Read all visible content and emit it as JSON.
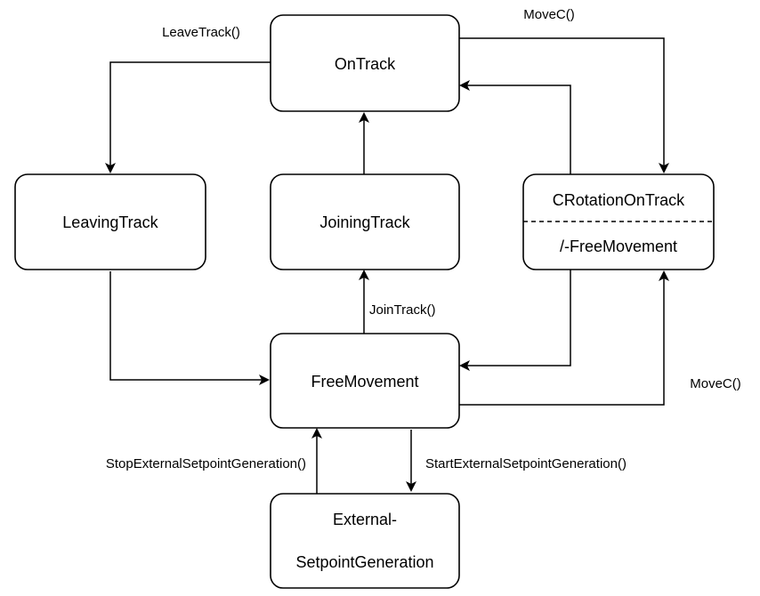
{
  "states": {
    "on_track": "OnTrack",
    "leaving_track": "LeavingTrack",
    "joining_track": "JoiningTrack",
    "c_rotation_top": "CRotationOnTrack",
    "c_rotation_bottom": "/-FreeMovement",
    "free_movement": "FreeMovement",
    "external_line1": "External-",
    "external_line2": "SetpointGeneration"
  },
  "transitions": {
    "leave_track": "LeaveTrack()",
    "move_c_top": "MoveC()",
    "join_track": "JoinTrack()",
    "move_c_right": "MoveC()",
    "stop_external": "StopExternalSetpointGeneration()",
    "start_external": "StartExternalSetpointGeneration()"
  }
}
